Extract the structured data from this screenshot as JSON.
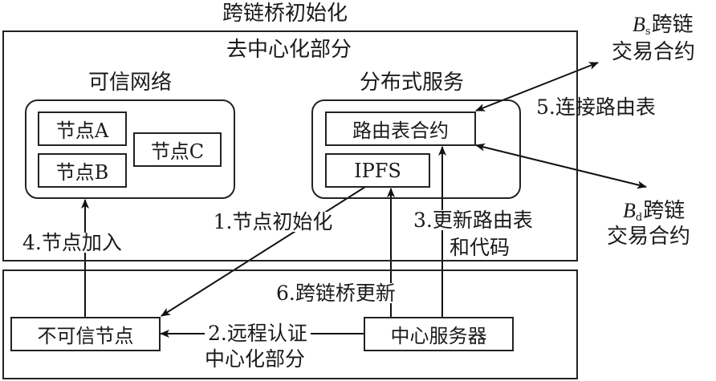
{
  "title": "跨链桥初始化",
  "decentralized": {
    "label": "去中心化部分",
    "trusted_network": {
      "label": "可信网络",
      "nodes": [
        "节点A",
        "节点B",
        "节点C"
      ]
    },
    "distributed_service": {
      "label": "分布式服务",
      "routing_contract": "路由表合约",
      "ipfs": "IPFS"
    }
  },
  "centralized": {
    "label": "中心化部分",
    "untrusted_node": "不可信节点",
    "central_server": "中心服务器"
  },
  "external": {
    "source_contract": {
      "symbol": "B",
      "subscript": "s",
      "line1_suffix": "跨链",
      "line2": "交易合约"
    },
    "dest_contract": {
      "symbol": "B",
      "subscript": "d",
      "line1_suffix": "跨链",
      "line2": "交易合约"
    }
  },
  "steps": {
    "step1": "1.节点初始化",
    "step2": "2.远程认证",
    "step3_line1": "3.更新路由表",
    "step3_line2": "和代码",
    "step4": "4.节点加入",
    "step5": "5.连接路由表",
    "step6": "6.跨链桥更新"
  }
}
